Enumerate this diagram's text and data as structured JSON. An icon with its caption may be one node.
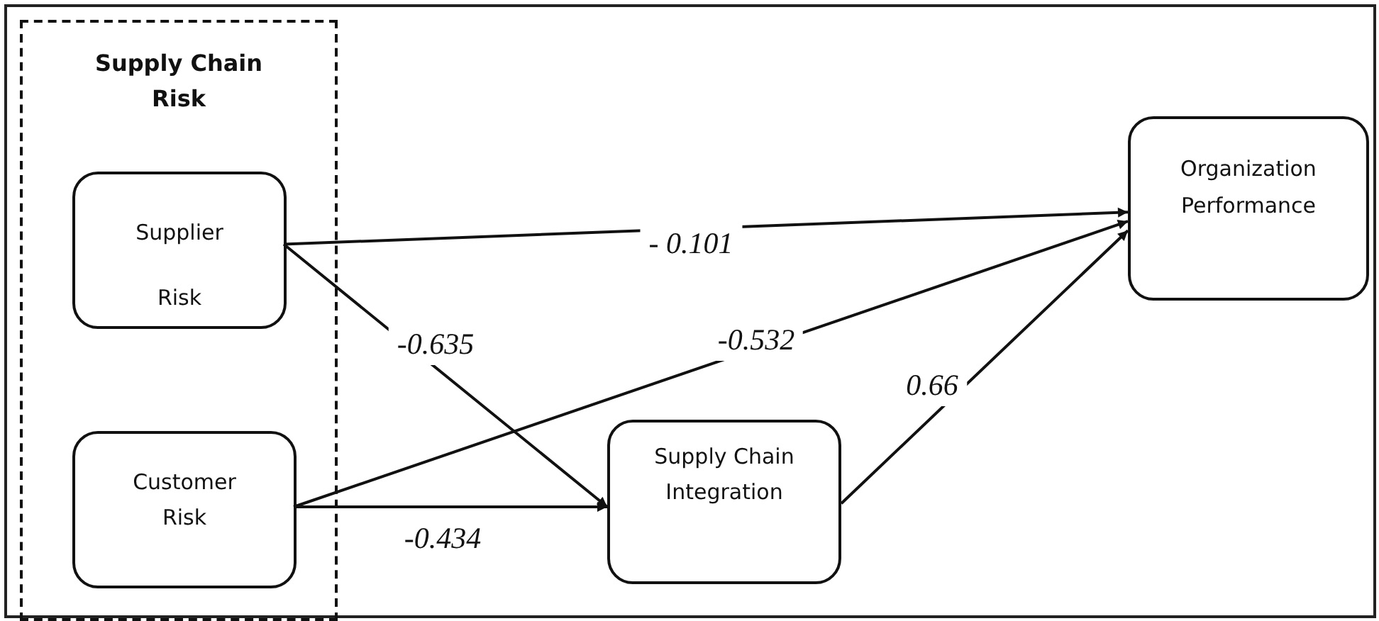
{
  "diagram": {
    "nodes": [
      {
        "text": [
          "Supply Chain Risk"
        ]
      },
      {
        "text": [
          "Supplier Risk"
        ],
        "in": 0
      },
      {
        "text": [
          "Customer Risk"
        ],
        "in": 0
      },
      {
        "text": [
          "Supply Chain Integration"
        ]
      },
      {
        "text": [
          "Organization Performance"
        ]
      }
    ],
    "edges": [
      {
        "from": 1,
        "to": 4,
        "arrow": "to",
        "label": "- 0.101"
      },
      {
        "from": 1,
        "to": 3,
        "arrow": "to",
        "label": "-0.635"
      },
      {
        "from": 2,
        "to": 4,
        "arrow": "to",
        "label": "-0.532"
      },
      {
        "from": 2,
        "to": 3,
        "arrow": "to",
        "label": "-0.434"
      },
      {
        "from": 3,
        "to": 4,
        "arrow": "to",
        "label": "0.66"
      }
    ]
  }
}
